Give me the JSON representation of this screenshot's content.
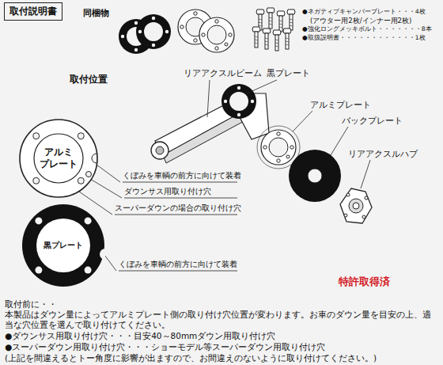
{
  "diagram": {
    "nodes": [
      {
        "text": [
          "取付説明書"
        ]
      },
      {
        "text": [
          "アルミ プレート"
        ]
      },
      {
        "text": [
          "黒プレート"
        ]
      }
    ],
    "labels": [
      "同梱物",
      "●ネガティブキャンバープレート・・・4枚",
      "(アウター用2枚/インナー用2枚)",
      "●強化ロングメッキボルト・・・・・・・8本",
      "●取扱説明書・・・・・・・・・・・・1枚",
      "取付位置",
      "リアアクスルビーム",
      "黒プレート",
      "アルミプレート",
      "バックプレート",
      "リアアクスルハブ",
      "くぼみを車輌の前方に向けて装着",
      "ダウンサス用取り付け穴",
      "スーパーダウンの場合の取り付け穴",
      "くぼみを車輌の前方に向けて装着",
      "特許取得済",
      "取付前に・・",
      "本製品はダウン量によってアルミプレート側の取り付け穴位置が変わります。お車のダウン量を目安の上、適当な穴位置を選んで取り付けてください。",
      "●ダウンサス用取り付け穴・・・目安40～80mmダウン用取り付け穴",
      "●スーパーダウン用取り付け穴・・・ショーモデル等スーパーダウン用取り付け穴",
      "(上記を間違えるとトー角度に影響が出ますので、お間違えのないように取り付けてください。)"
    ]
  }
}
